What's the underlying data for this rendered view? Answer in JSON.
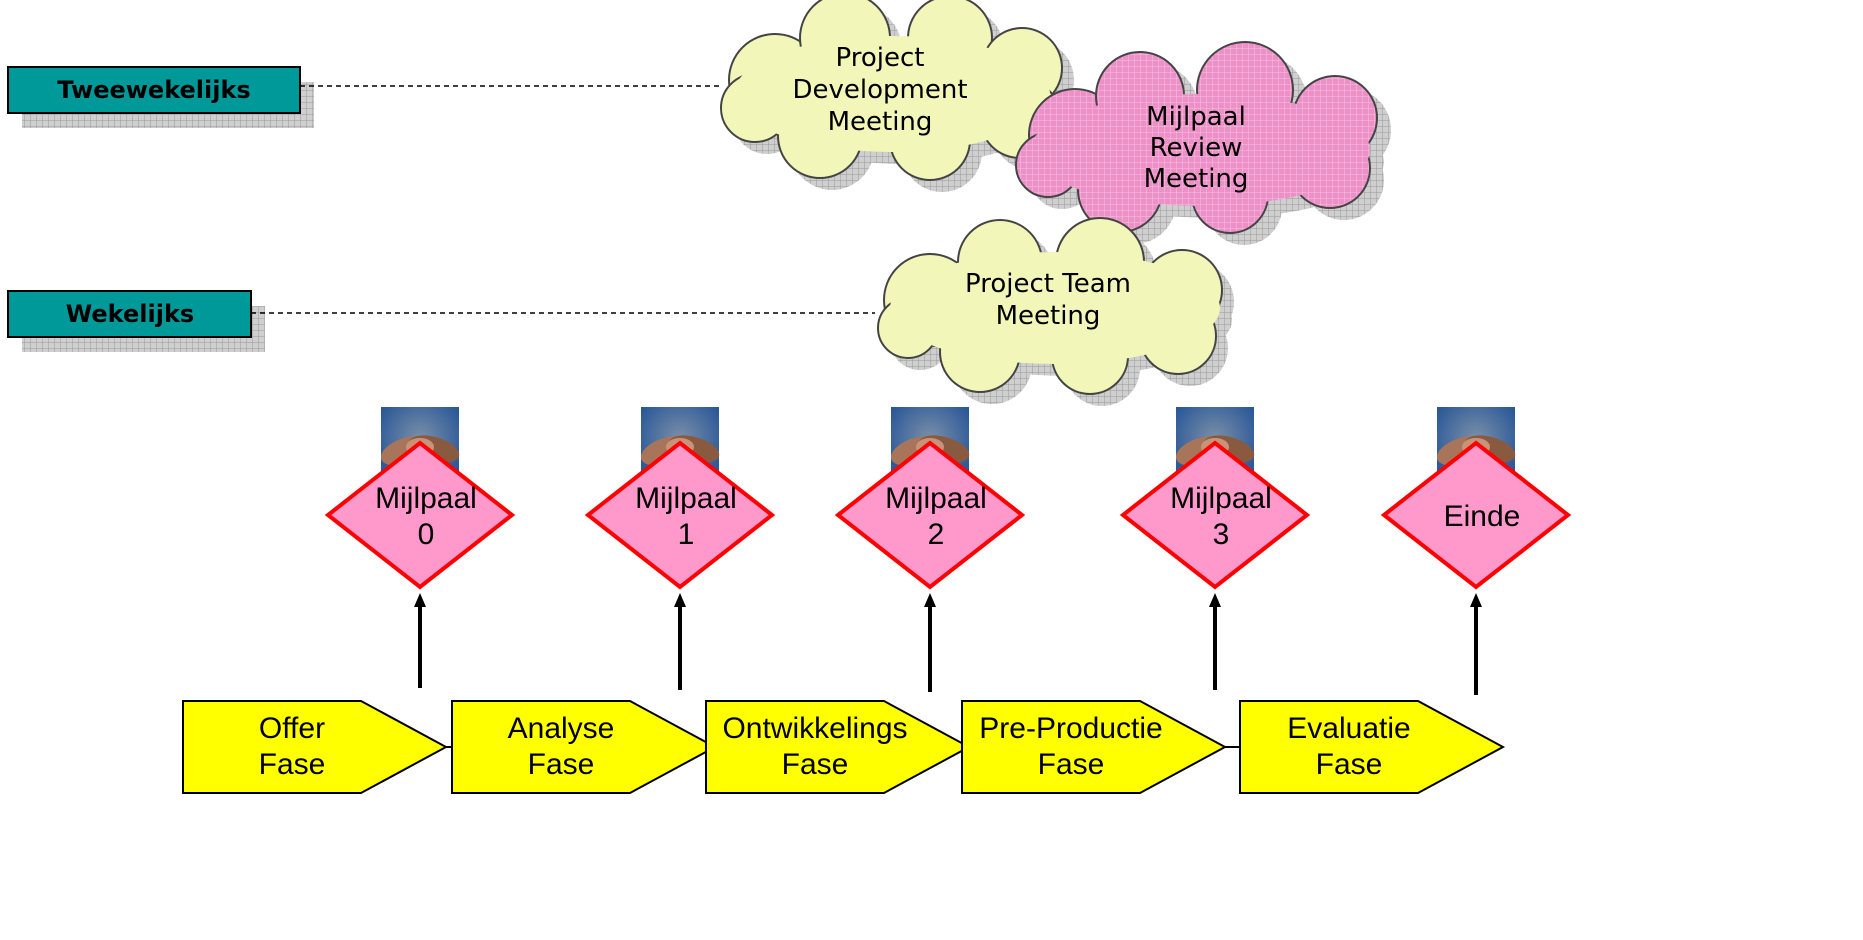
{
  "frequency_labels": [
    {
      "label": "Tweewekelijks"
    },
    {
      "label": "Wekelijks"
    }
  ],
  "meetings": [
    {
      "lines": [
        "Project",
        "Development",
        "Meeting"
      ],
      "color": "#f2f6b8"
    },
    {
      "lines": [
        "Mijlpaal",
        "Review",
        "Meeting"
      ],
      "color": "#ee90c8"
    },
    {
      "lines": [
        "Project Team",
        "Meeting"
      ],
      "color": "#f2f6b8"
    }
  ],
  "milestones": [
    {
      "lines": [
        "Mijlpaal",
        "0"
      ]
    },
    {
      "lines": [
        "Mijlpaal",
        "1"
      ]
    },
    {
      "lines": [
        "Mijlpaal",
        "2"
      ]
    },
    {
      "lines": [
        "Mijlpaal",
        "3"
      ]
    },
    {
      "lines": [
        "Einde"
      ]
    }
  ],
  "phases": [
    {
      "lines": [
        "Offer",
        "Fase"
      ]
    },
    {
      "lines": [
        "Analyse",
        "Fase"
      ]
    },
    {
      "lines": [
        "Ontwikkelings",
        "Fase"
      ]
    },
    {
      "lines": [
        "Pre-Productie",
        "Fase"
      ]
    },
    {
      "lines": [
        "Evaluatie",
        "Fase"
      ]
    }
  ],
  "colors": {
    "label_box": "#009999",
    "label_shadow": "#c8c8c8",
    "milestone_fill": "#ff99cc",
    "milestone_border": "#ff0000",
    "phase_fill": "#ffff00",
    "connector": "#000000"
  }
}
